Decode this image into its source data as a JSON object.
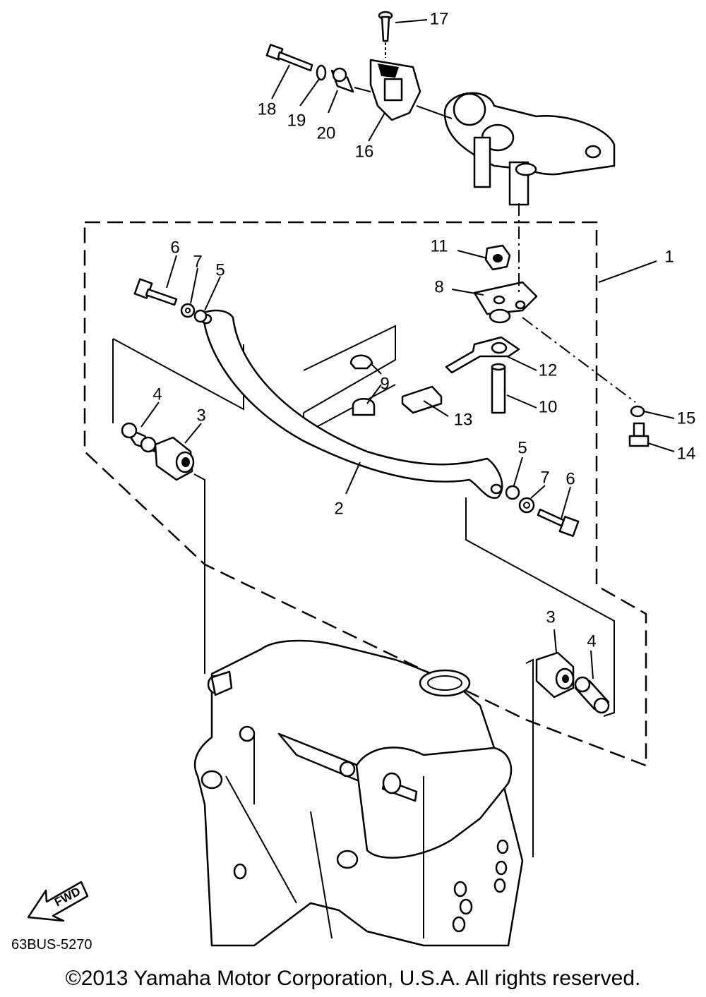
{
  "diagram": {
    "code": "63BUS-5270",
    "copyright": "©2013 Yamaha Motor Corporation, U.S.A. All rights reserved.",
    "fwd_label": "FWD",
    "callouts": {
      "c1": "1",
      "c2": "2",
      "c3a": "3",
      "c3b": "3",
      "c4a": "4",
      "c4b": "4",
      "c5a": "5",
      "c5b": "5",
      "c6a": "6",
      "c6b": "6",
      "c7a": "7",
      "c7b": "7",
      "c8": "8",
      "c9": "9",
      "c10": "10",
      "c11": "11",
      "c12": "12",
      "c13": "13",
      "c14": "14",
      "c15": "15",
      "c16": "16",
      "c17": "17",
      "c18": "18",
      "c19": "19",
      "c20": "20"
    }
  }
}
